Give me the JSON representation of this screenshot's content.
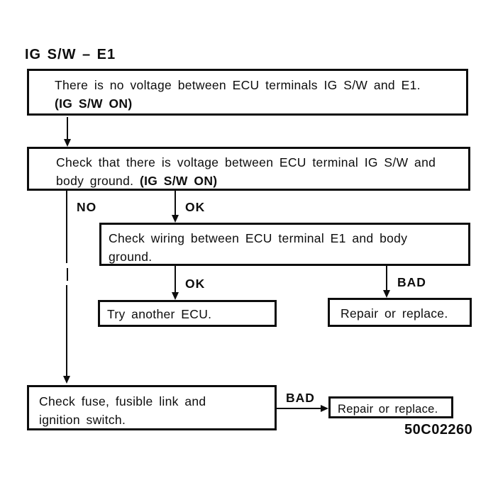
{
  "title": "IG S/W – E1",
  "figure_code": "50C02260",
  "colors": {
    "ink": "#0d0d0d",
    "background": "#ffffff"
  },
  "nodes": {
    "start": {
      "line1": "There is no voltage between ECU terminals IG S/W and E1.",
      "line2_bold": "(IG S/W ON)"
    },
    "check_voltage": {
      "line1": "Check that there is voltage between ECU terminal IG S/W and",
      "line2_text": "body ground. ",
      "line2_bold": "(IG S/W ON)"
    },
    "check_wiring": {
      "line1": "Check wiring between ECU terminal E1 and body",
      "line2": "ground."
    },
    "try_ecu": {
      "label": "Try another ECU."
    },
    "repair_wiring": {
      "label": "Repair or replace."
    },
    "check_fuse": {
      "line1": "Check fuse, fusible link and",
      "line2": "ignition switch."
    },
    "repair_fuse": {
      "label": "Repair or replace."
    }
  },
  "edge_labels": {
    "no": "NO",
    "ok_voltage": "OK",
    "ok_wiring": "OK",
    "bad_wiring": "BAD",
    "bad_fuse": "BAD"
  }
}
